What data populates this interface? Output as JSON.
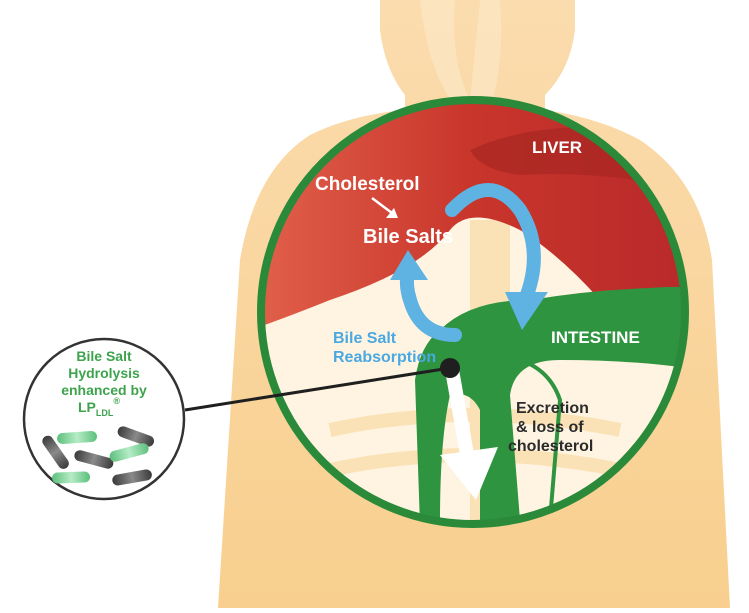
{
  "labels": {
    "liver": "LIVER",
    "cholesterol": "Cholesterol",
    "bile_salts": "Bile Salts",
    "intestine": "INTESTINE",
    "reabsorption_line1": "Bile Salt",
    "reabsorption_line2": "Reabsorption",
    "excretion_line1": "Excretion",
    "excretion_line2": "& loss of",
    "excretion_line3": "cholesterol",
    "inset_line1": "Bile Salt",
    "inset_line2": "Hydrolysis",
    "inset_line3": "enhanced by",
    "inset_lp": "LP",
    "inset_lp_sub": "LDL",
    "inset_lp_reg": "®"
  },
  "colors": {
    "body_skin": "#f8d49a",
    "body_highlight": "#fbe2b6",
    "background": "#fff6e6",
    "circle_ring": "#2a8a3a",
    "liver": "#c8352b",
    "liver_dark": "#a82622",
    "intestine": "#2e9440",
    "arrow_blue": "#5fb3e3",
    "text_white": "#ffffff",
    "text_blue": "#4aa9e0",
    "text_dark": "#2b2b2b",
    "inset_green": "#3da34d",
    "bacteria_green": "#7fd19a",
    "bacteria_gray": "#555555"
  },
  "icons": [
    "flow-arrow-icon",
    "excretion-arrow-icon",
    "bacteria-icon"
  ]
}
